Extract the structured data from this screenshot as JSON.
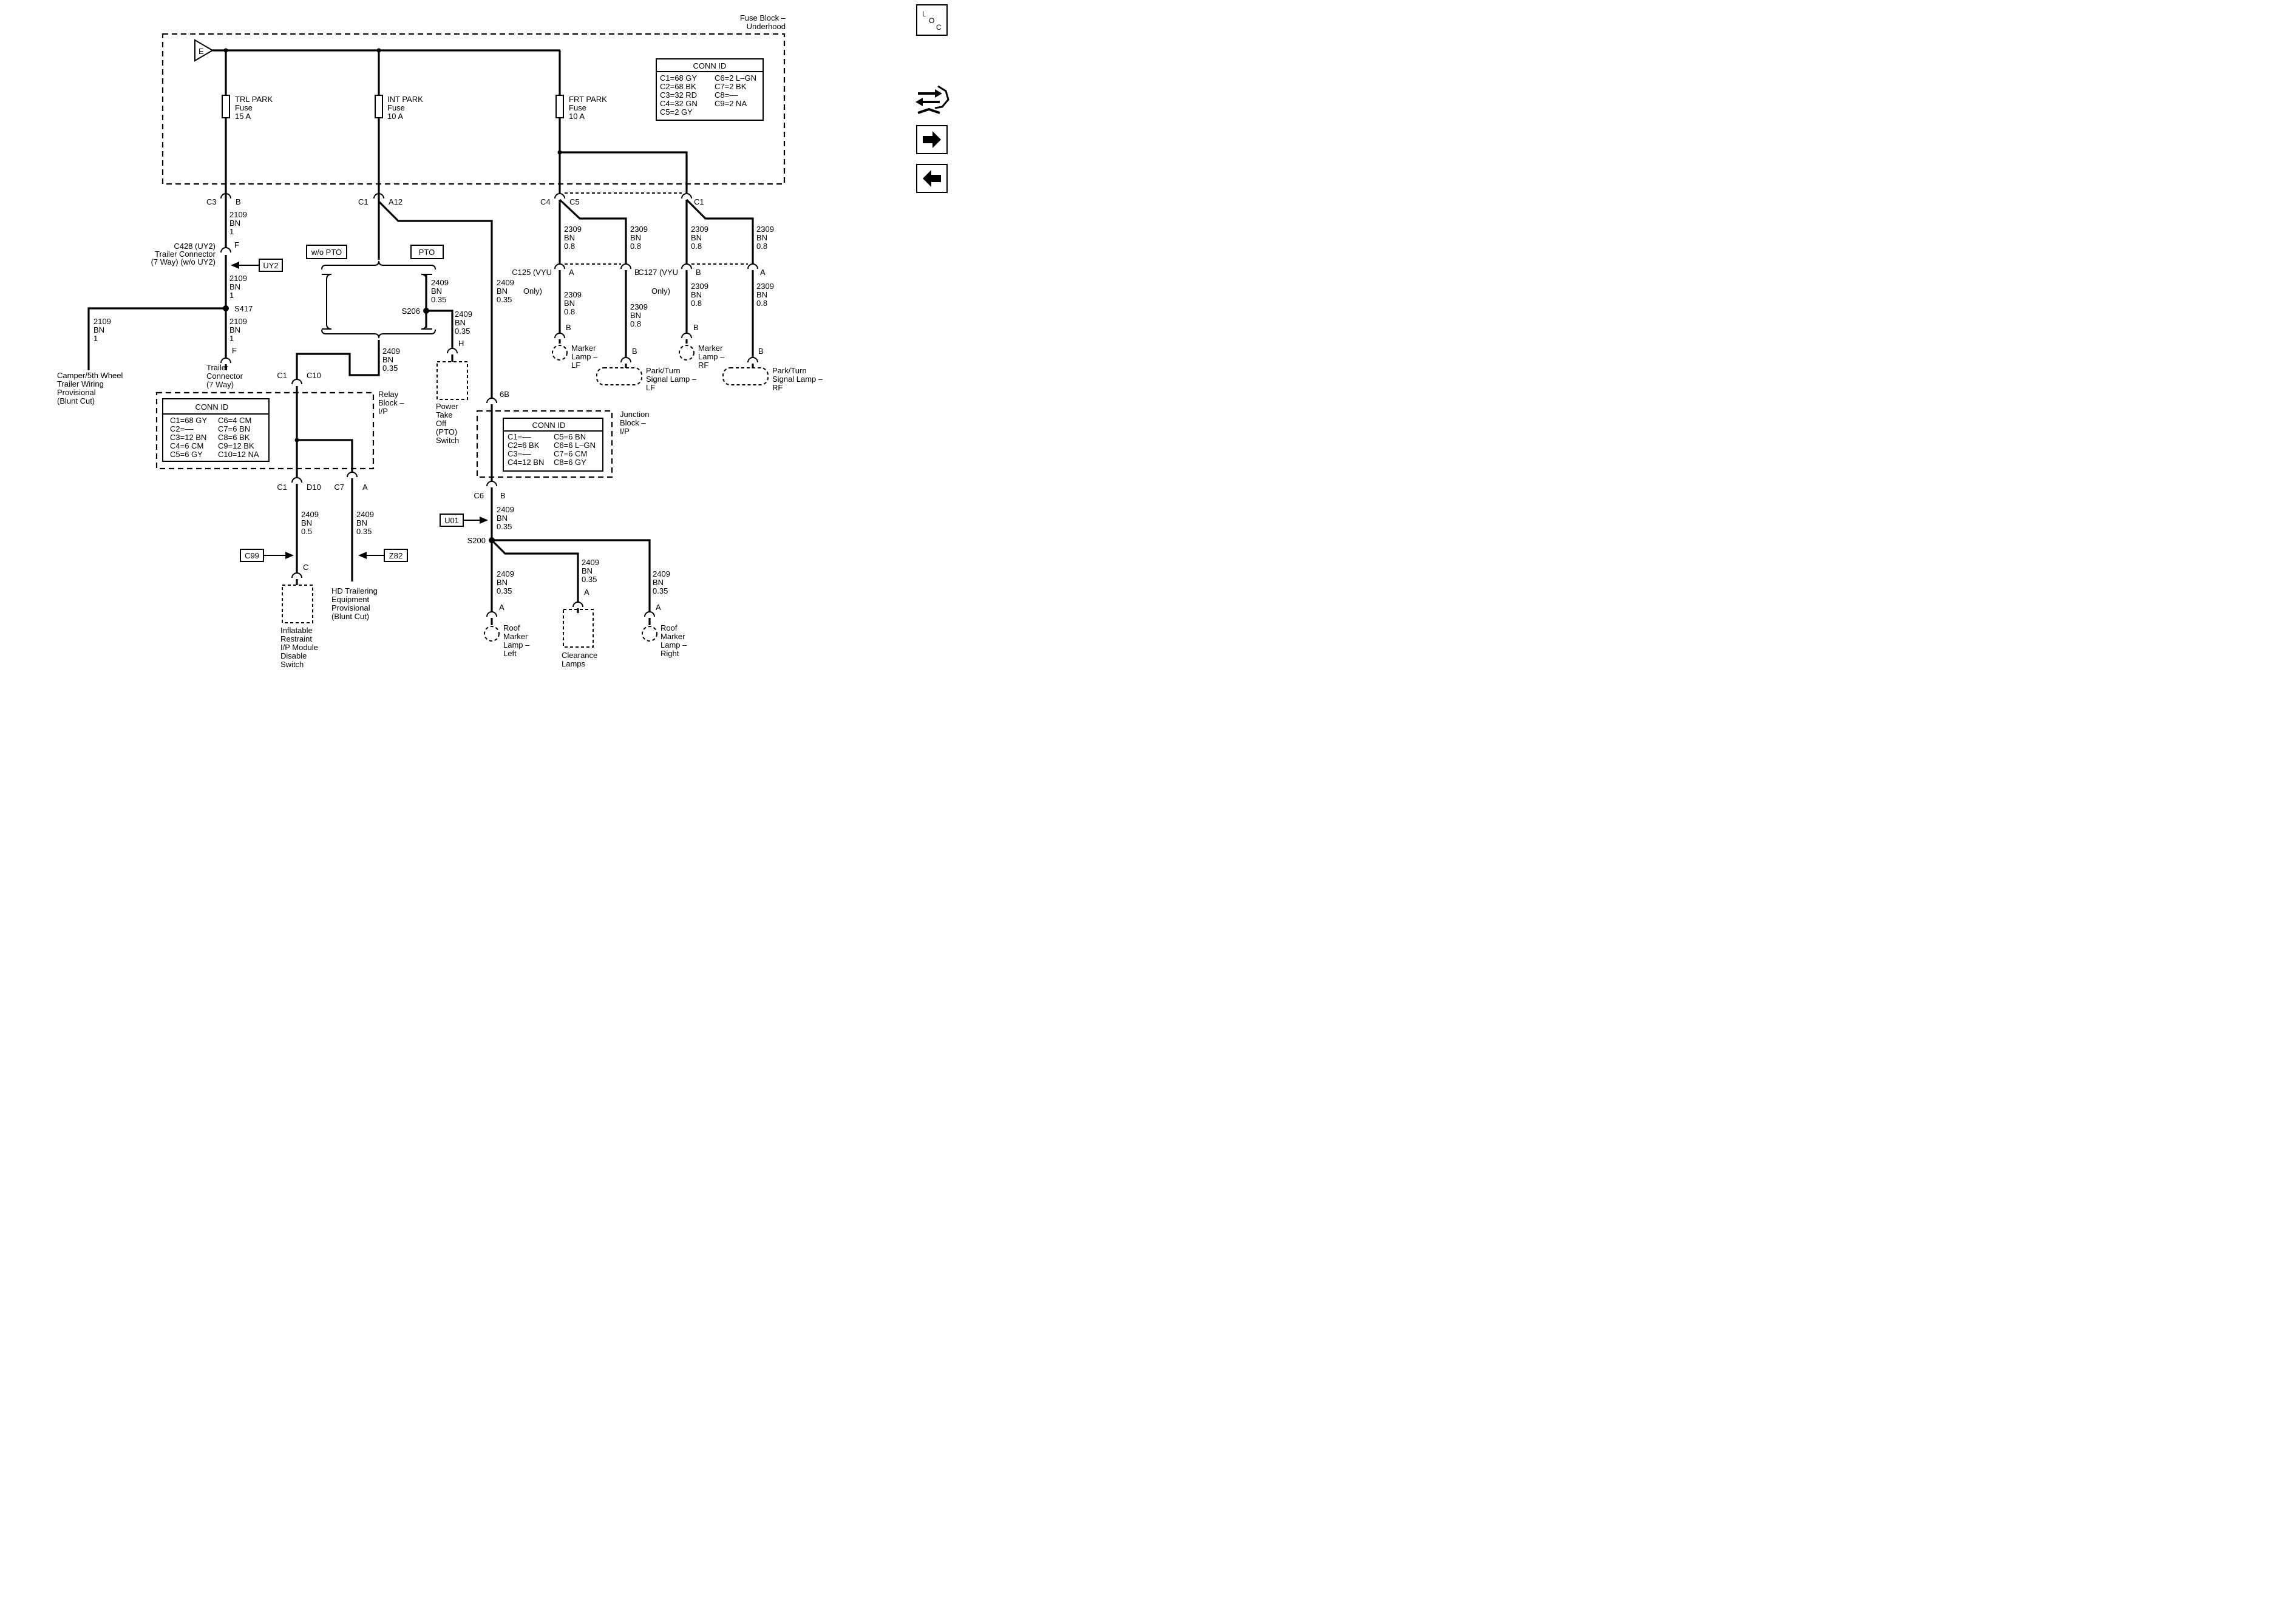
{
  "nav": {
    "loc_l": "L",
    "loc_o": "O",
    "loc_c": "C"
  },
  "fuse_block": {
    "title": [
      "Fuse Block –",
      "Underhood"
    ],
    "supply": "E",
    "fuses": [
      {
        "lines": [
          "TRL PARK",
          "Fuse",
          "15 A"
        ]
      },
      {
        "lines": [
          "INT PARK",
          "Fuse",
          "10 A"
        ]
      },
      {
        "lines": [
          "FRT PARK",
          "Fuse",
          "10 A"
        ]
      }
    ],
    "conn_id": {
      "header": "CONN ID",
      "col1": [
        "C1=68 GY",
        "C2=68 BK",
        "C3=32 RD",
        "C4=32 GN",
        "C5=2 GY"
      ],
      "col2": [
        "C6=2 L–GN",
        "C7=2 BK",
        "C8=––",
        "C9=2 NA"
      ]
    }
  },
  "connectors": {
    "c3": "C3",
    "b6": "B",
    "c1": "C1",
    "a12": "A12",
    "c4": "C4",
    "c5": "C5",
    "c1b": "C1",
    "c428": [
      "C428 (UY2)",
      "Trailer Connector",
      "(7 Way) (w/o UY2)"
    ],
    "f": "F",
    "f2": "F",
    "s417": "S417",
    "c125": [
      "C125 (VYU",
      "Only)"
    ],
    "c127": [
      "C127 (VYU",
      "Only)"
    ],
    "a": "A",
    "b": "B",
    "b2": "B",
    "a2": "A",
    "b3": "B",
    "b4": "B",
    "b5": "B",
    "s206": "S206",
    "h": "H",
    "c1c": "C1",
    "c10": "C10",
    "d10": "D10",
    "c1d": "C1",
    "c7": "C7",
    "a3": "A",
    "c": "C",
    "j6b": "6B",
    "c6": "C6",
    "bb": "B",
    "s200": "S200",
    "a4": "A",
    "a5": "A",
    "a6": "A"
  },
  "wires": {
    "w2109_1": [
      "2109",
      "BN",
      "1"
    ],
    "w2109_2": [
      "2109",
      "BN",
      "1"
    ],
    "w2109_3": [
      "2109",
      "BN",
      "1"
    ],
    "w2109_4": [
      "2109",
      "BN",
      "1"
    ],
    "w2409_a": [
      "2409",
      "BN",
      "0.35"
    ],
    "w2409_b": [
      "2409",
      "BN",
      "0.35"
    ],
    "w2409_c": [
      "2409",
      "BN",
      "0.35"
    ],
    "w2409_d": [
      "2409",
      "BN",
      "0.35"
    ],
    "w2409_e": [
      "2409",
      "BN",
      "0.5"
    ],
    "w2409_f": [
      "2409",
      "BN",
      "0.35"
    ],
    "w2409_g": [
      "2409",
      "BN",
      "0.35"
    ],
    "w2409_h": [
      "2409",
      "BN",
      "0.35"
    ],
    "w2409_i": [
      "2409",
      "BN",
      "0.35"
    ],
    "w2409_j": [
      "2409",
      "BN",
      "0.35"
    ],
    "w2309_1": [
      "2309",
      "BN",
      "0.8"
    ],
    "w2309_2": [
      "2309",
      "BN",
      "0.8"
    ],
    "w2309_3": [
      "2309",
      "BN",
      "0.8"
    ],
    "w2309_4": [
      "2309",
      "BN",
      "0.8"
    ],
    "w2309_5": [
      "2309",
      "BN",
      "0.8"
    ],
    "w2309_6": [
      "2309",
      "BN",
      "0.8"
    ],
    "w2309_7": [
      "2309",
      "BN",
      "0.8"
    ],
    "w2309_8": [
      "2309",
      "BN",
      "0.8"
    ]
  },
  "options": {
    "uy2": "UY2",
    "wo_pto": "w/o PTO",
    "pto": "PTO",
    "u01": "U01",
    "c99": "C99",
    "z82": "Z82"
  },
  "components": {
    "camper": [
      "Camper/5th Wheel",
      "Trailer Wiring",
      "Provisional",
      "(Blunt Cut)"
    ],
    "trailer_conn": [
      "Trailer",
      "Connector",
      "(7 Way)"
    ],
    "pto_switch": [
      "Power",
      "Take",
      "Off",
      "(PTO)",
      "Switch"
    ],
    "marker_lf": [
      "Marker",
      "Lamp –",
      "LF"
    ],
    "marker_rf": [
      "Marker",
      "Lamp –",
      "RF"
    ],
    "park_lf": [
      "Park/Turn",
      "Signal Lamp –",
      "LF"
    ],
    "park_rf": [
      "Park/Turn",
      "Signal Lamp –",
      "RF"
    ],
    "airbag_switch": [
      "Inflatable",
      "Restraint",
      "I/P Module",
      "Disable",
      "Switch"
    ],
    "hd_trailering": [
      "HD Trailering",
      "Equipment",
      "Provisional",
      "(Blunt Cut)"
    ],
    "roof_left": [
      "Roof",
      "Marker",
      "Lamp –",
      "Left"
    ],
    "clearance": [
      "Clearance",
      "Lamps"
    ],
    "roof_right": [
      "Roof",
      "Marker",
      "Lamp –",
      "Right"
    ]
  },
  "relay_block": {
    "title": [
      "Relay",
      "Block –",
      "I/P"
    ],
    "conn_id": {
      "header": "CONN ID",
      "col1": [
        "C1=68 GY",
        "C2=––",
        "C3=12 BN",
        "C4=6 CM",
        "C5=6 GY"
      ],
      "col2": [
        "C6=4 CM",
        "C7=6 BN",
        "C8=6 BK",
        "C9=12 BK",
        "C10=12 NA"
      ]
    }
  },
  "junction_block": {
    "title": [
      "Junction",
      "Block –",
      "I/P"
    ],
    "conn_id": {
      "header": "CONN ID",
      "col1": [
        "C1=––",
        "C2=6 BK",
        "C3=––",
        "C4=12 BN"
      ],
      "col2": [
        "C5=6 BN",
        "C6=6 L–GN",
        "C7=6 CM",
        "C8=6 GY"
      ]
    }
  }
}
